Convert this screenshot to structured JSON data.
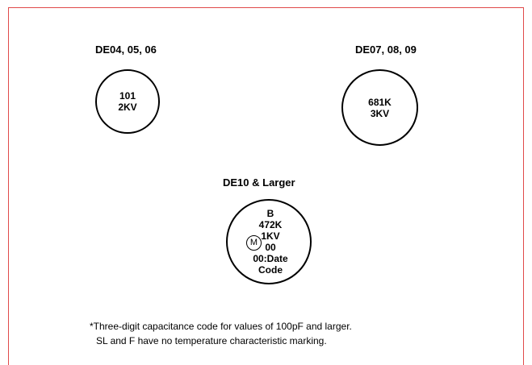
{
  "groups": [
    {
      "title": "DE04, 05, 06",
      "lines": [
        "101",
        "2KV"
      ]
    },
    {
      "title": "DE07, 08, 09",
      "lines": [
        "681K",
        "3KV"
      ]
    },
    {
      "title": "DE10 & Larger",
      "lines": [
        "B",
        "472K",
        "1KV",
        "00",
        "00:Date",
        "Code"
      ],
      "mark": "M"
    }
  ],
  "footnote": [
    "*Three-digit capacitance code for values of 100pF and larger.",
    "SL and F have no temperature characteristic marking."
  ],
  "colors": {
    "frame": "#e04a4a",
    "outline": "#000000"
  }
}
